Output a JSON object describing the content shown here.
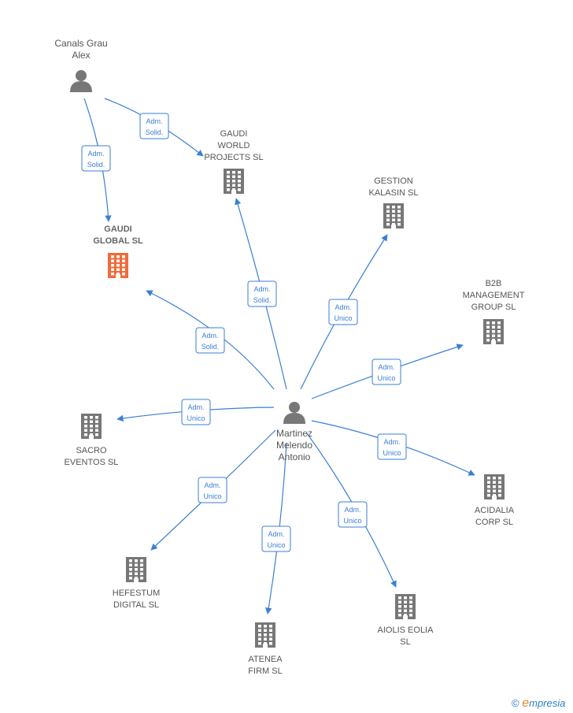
{
  "colors": {
    "edge": "#3a7fd5",
    "company": "#777777",
    "main_company": "#f26a3a",
    "person": "#777777"
  },
  "people": [
    {
      "id": "canals",
      "lines": [
        "Canals Grau",
        "Alex"
      ]
    },
    {
      "id": "martinez",
      "lines": [
        "Martinez",
        "Melendo",
        "Antonio"
      ]
    }
  ],
  "companies": [
    {
      "id": "gaudi_global",
      "lines": [
        "GAUDI",
        "GLOBAL  SL"
      ],
      "main": true,
      "icon": "building-icon"
    },
    {
      "id": "gaudi_world",
      "lines": [
        "GAUDI",
        "WORLD",
        "PROJECTS  SL"
      ],
      "main": false,
      "icon": "building-icon"
    },
    {
      "id": "gestion",
      "lines": [
        "GESTION",
        "KALASIN  SL"
      ],
      "main": false,
      "icon": "building-icon"
    },
    {
      "id": "b2b",
      "lines": [
        "B2B",
        "MANAGEMENT",
        "GROUP  SL"
      ],
      "main": false,
      "icon": "building-icon"
    },
    {
      "id": "sacro",
      "lines": [
        "SACRO",
        "EVENTOS  SL"
      ],
      "main": false,
      "icon": "building-icon"
    },
    {
      "id": "acidalia",
      "lines": [
        "ACIDALIA",
        "CORP  SL"
      ],
      "main": false,
      "icon": "building-icon"
    },
    {
      "id": "hefestum",
      "lines": [
        "HEFESTUM",
        "DIGITAL  SL"
      ],
      "main": false,
      "icon": "building-icon"
    },
    {
      "id": "atenea",
      "lines": [
        "ATENEA",
        "FIRM  SL"
      ],
      "main": false,
      "icon": "building-icon"
    },
    {
      "id": "aiolis",
      "lines": [
        "AIOLIS EOLIA",
        "SL"
      ],
      "main": false,
      "icon": "building-icon"
    }
  ],
  "edges": [
    {
      "from": "canals",
      "to": "gaudi_world",
      "label": [
        "Adm.",
        "Solid."
      ]
    },
    {
      "from": "canals",
      "to": "gaudi_global",
      "label": [
        "Adm.",
        "Solid."
      ]
    },
    {
      "from": "martinez",
      "to": "gaudi_world",
      "label": [
        "Adm.",
        "Solid."
      ]
    },
    {
      "from": "martinez",
      "to": "gaudi_global",
      "label": [
        "Adm.",
        "Solid."
      ]
    },
    {
      "from": "martinez",
      "to": "gestion",
      "label": [
        "Adm.",
        "Unico"
      ]
    },
    {
      "from": "martinez",
      "to": "b2b",
      "label": [
        "Adm.",
        "Unico"
      ]
    },
    {
      "from": "martinez",
      "to": "sacro",
      "label": [
        "Adm.",
        "Unico"
      ]
    },
    {
      "from": "martinez",
      "to": "acidalia",
      "label": [
        "Adm.",
        "Unico"
      ]
    },
    {
      "from": "martinez",
      "to": "hefestum",
      "label": [
        "Adm.",
        "Unico"
      ]
    },
    {
      "from": "martinez",
      "to": "atenea",
      "label": [
        "Adm.",
        "Unico"
      ]
    },
    {
      "from": "martinez",
      "to": "aiolis",
      "label": [
        "Adm.",
        "Unico"
      ]
    }
  ],
  "footer": {
    "copyright": "©",
    "brand_initial": "e",
    "brand_rest": "mpresia"
  }
}
